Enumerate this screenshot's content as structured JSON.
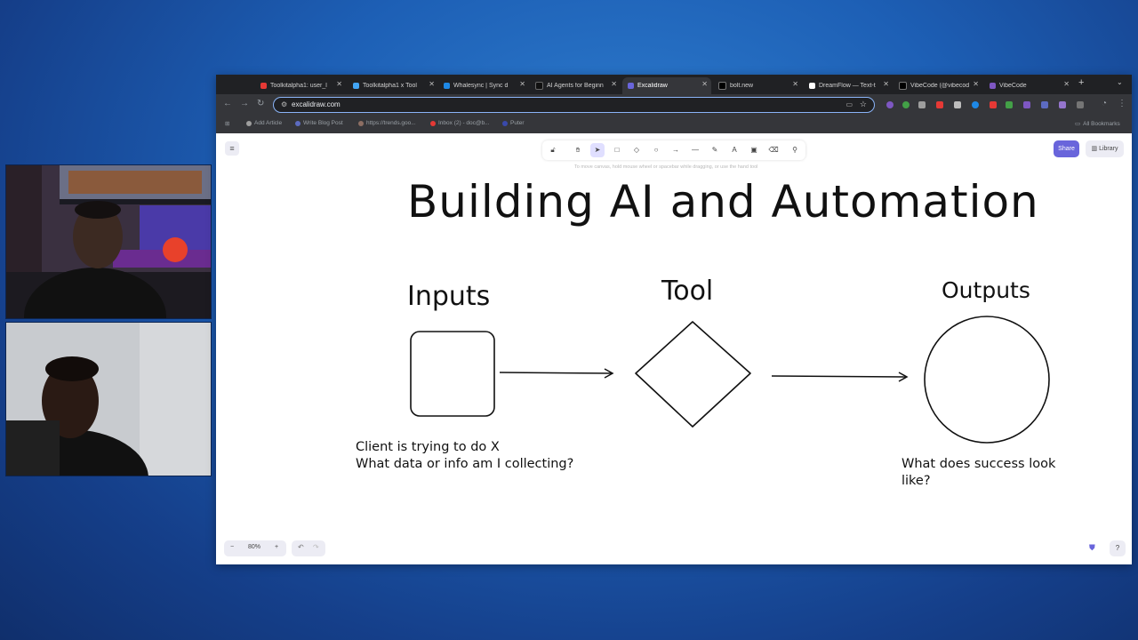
{
  "browser": {
    "tabs": [
      {
        "label": "Toolkitalpha1: user_l",
        "favicon_color": "#e53935",
        "active": false
      },
      {
        "label": "Toolkitalpha1 x Tool",
        "favicon_color": "#42a5f5",
        "active": false
      },
      {
        "label": "Whalesync | Sync d",
        "favicon_color": "#1e88e5",
        "active": false
      },
      {
        "label": "AI Agents for Beginn",
        "favicon_color": "#111111",
        "active": false
      },
      {
        "label": "Excalidraw",
        "favicon_color": "#6965db",
        "active": true
      },
      {
        "label": "bolt.new",
        "favicon_color": "#000000",
        "active": false
      },
      {
        "label": "DreamFlow — Text-t",
        "favicon_color": "#ffffff",
        "active": false
      },
      {
        "label": "VibeCode (@vibecod",
        "favicon_color": "#000000",
        "active": false
      },
      {
        "label": "VibeCode",
        "favicon_color": "#7e57c2",
        "active": false
      }
    ],
    "url": "excalidraw.com",
    "bookmarks": [
      {
        "label": "Add Article",
        "color": "#9e9e9e"
      },
      {
        "label": "Write Blog Post",
        "color": "#5c6bc0"
      },
      {
        "label": "https://trends.goo...",
        "color": "#8d6e63"
      },
      {
        "label": "Inbox (2) - doc@b...",
        "color": "#e53935"
      },
      {
        "label": "Puter",
        "color": "#3949ab"
      }
    ],
    "all_bookmarks_label": "All Bookmarks"
  },
  "excalidraw": {
    "hint": "To move canvas, hold mouse wheel or spacebar while dragging, or use the hand tool",
    "share_label": "Share",
    "library_label": "Library",
    "zoom_level": "80%",
    "zoom_minus": "−",
    "zoom_plus": "+",
    "title": "Building AI and Automation",
    "labels": {
      "inputs": "Inputs",
      "tool": "Tool",
      "outputs": "Outputs"
    },
    "notes": {
      "inputs_line1": "Client is trying to do X",
      "inputs_line2": "What data or info am I collecting?",
      "outputs_line1": "What does success look",
      "outputs_line2": "like?"
    }
  },
  "icons": [
    "menu-icon",
    "lock-icon",
    "hand-icon",
    "selection-icon",
    "rectangle-icon",
    "diamond-icon",
    "ellipse-icon",
    "arrow-icon",
    "line-icon",
    "pencil-icon",
    "text-icon",
    "image-icon",
    "eraser-icon",
    "more-tools-icon",
    "library-icon",
    "shield-icon",
    "help-icon",
    "undo-icon",
    "redo-icon"
  ]
}
